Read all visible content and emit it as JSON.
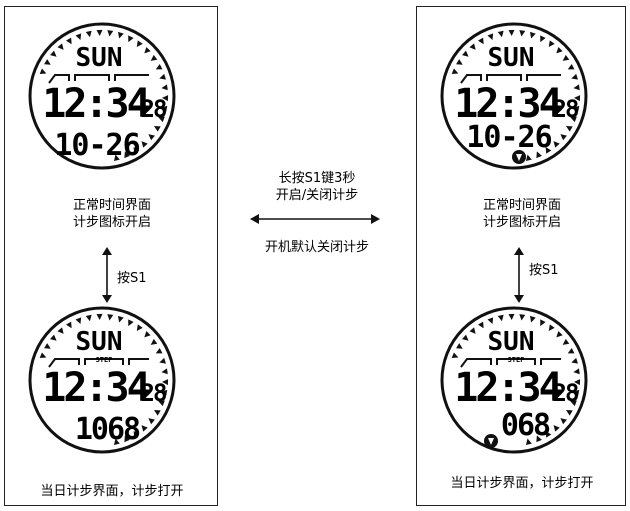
{
  "left_panel": {
    "top_watch": {
      "day": "SUN",
      "hour_min": "12:34",
      "seconds": "28",
      "date": "10-26",
      "show_step_icon": false
    },
    "top_caption_line1": "正常时间界面",
    "top_caption_line2": "计步图标开启",
    "button_label": "按S1",
    "bottom_watch": {
      "day": "SUN",
      "step_tag": "STEP",
      "hour_min": "12:34",
      "seconds": "28",
      "steps": "1068",
      "show_step_icon": false
    },
    "bottom_caption": "当日计步界面，计步打开"
  },
  "right_panel": {
    "top_watch": {
      "day": "SUN",
      "hour_min": "12:34",
      "seconds": "28",
      "date": "10-26",
      "show_step_icon": true
    },
    "top_caption_line1": "正常时间界面",
    "top_caption_line2": "计步图标开启",
    "button_label": "按S1",
    "bottom_watch": {
      "day": "SUN",
      "step_tag": "STEP",
      "hour_min": "12:34",
      "seconds": "28",
      "steps": "068",
      "show_step_icon": true
    },
    "bottom_caption": "当日计步界面，计步打开"
  },
  "middle": {
    "line1": "长按S1键3秒",
    "line2": "开启/关闭计步",
    "note": "开机默认关闭计步"
  }
}
